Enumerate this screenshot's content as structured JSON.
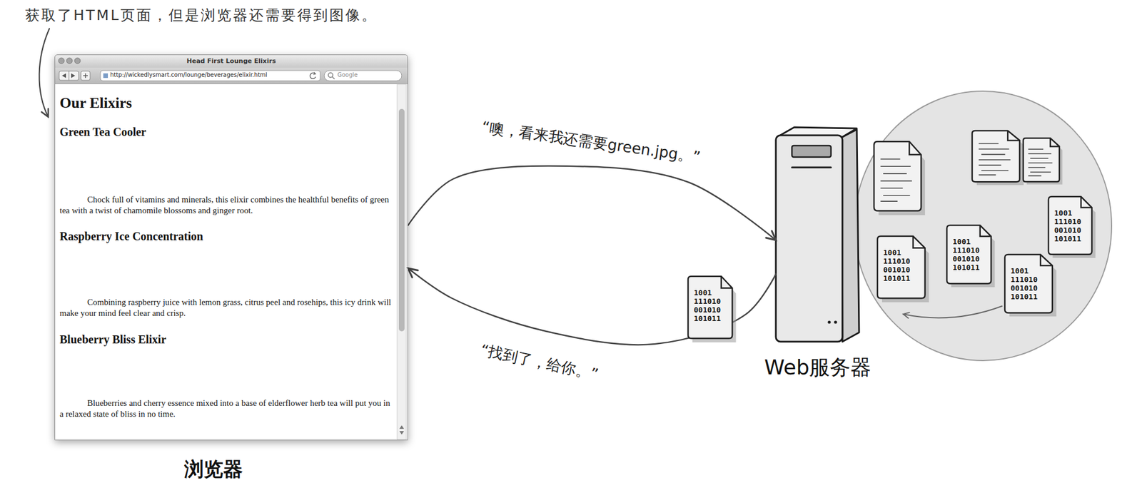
{
  "diagram": {
    "title": "获取了HTML页面，但是浏览器还需要得到图像。",
    "nodes": [
      {
        "text": [
          "Head First Lounge Elixirs",
          "浏览器"
        ]
      },
      {
        "text": [
          "Our Elixirs",
          "Green Tea Cooler",
          "Chock full of vitamins and minerals, this elixir combines the healthful benefits of green tea with a twist of chamomile blossoms and ginger root.",
          "Raspberry Ice Concentration",
          "Combining raspberry juice with lemon grass, citrus peel and rosehips, this icy drink will make your mind feel clear and crisp.",
          "Blueberry Bliss Elixir",
          "Blueberries and cherry essence mixed into a base of elderflower herb tea will put you in a relaxed state of bliss in no time."
        ],
        "in": 0
      },
      {
        "text": [
          "Web服务器"
        ]
      }
    ],
    "edges": [
      {
        "from": 0,
        "to": 2,
        "label": "“噢，看来我还需要green.jpg。”",
        "arrow": "to"
      },
      {
        "from": 2,
        "to": 0,
        "label": "“找到了，给你。”",
        "arrow": "to"
      }
    ],
    "labels": [
      "http://wickedlysmart.com/lounge/beverages/elixir.html",
      "Google",
      "1001 111010 001010 101011",
      "1001 111010 001010 101011",
      "1001 111010 001010 101011",
      "1001 111010 001010 101011",
      "1001 111010 001010 101011"
    ]
  }
}
